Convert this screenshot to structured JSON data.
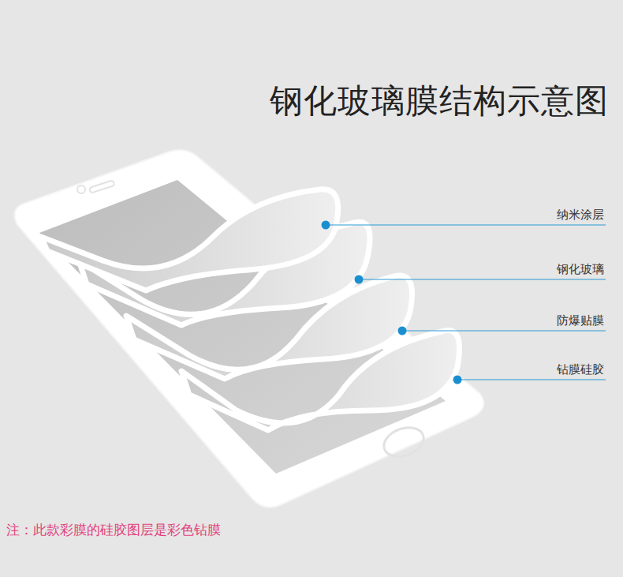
{
  "diagram": {
    "title": "钢化玻璃膜结构示意图",
    "labels": [
      "纳米涂层",
      "钢化玻璃",
      "防爆贴膜",
      "钻膜硅胶",
      "注：此款彩膜的硅胶图层是彩色钻膜"
    ]
  }
}
